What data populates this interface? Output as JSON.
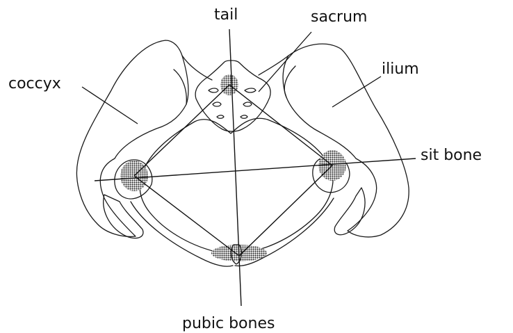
{
  "labels": {
    "tail": "tail",
    "sacrum": "sacrum",
    "coccyx": "coccyx",
    "ilium": "ilium",
    "sit_bone": "sit bone",
    "pubic_bones": "pubic bones"
  },
  "colors": {
    "ink": "#111111",
    "shading": "#2b2b2b"
  }
}
